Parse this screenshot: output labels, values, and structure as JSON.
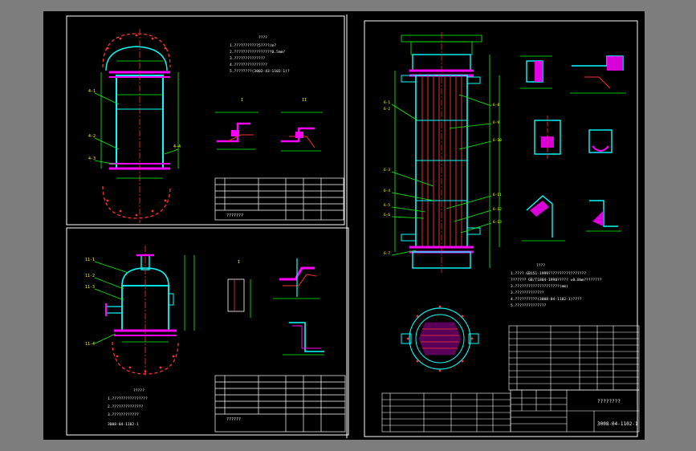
{
  "colors": {
    "background": "#7d7d7d",
    "sheet": "#000000",
    "frame": "#ffffff",
    "outline": "#00ffff",
    "dimension": "#00ff00",
    "centerline": "#ff3030",
    "hatch": "#ff00ff",
    "note": "#ffffff",
    "label": "#ffff00"
  },
  "sheet1": {
    "view_a": {
      "notes_title": "????",
      "notes": [
        "1.???????????5????/m?",
        "2.?????????????????0.5mm?",
        "3.??????????????",
        "4.???????????????",
        "5.????????(3002-43-1102-1)?"
      ],
      "detail_labels": [
        "I",
        "II"
      ],
      "part_labels": [
        "4-1",
        "4-2",
        "4-3",
        "4-4"
      ]
    },
    "view_b": {
      "notes_title": "?????",
      "notes": [
        "1.????????????????",
        "2.??????????????",
        "3.????????????",
        "3008-04-1102-1"
      ],
      "detail_labels": [
        "I"
      ],
      "part_labels": [
        "11-1",
        "11-2",
        "11-3",
        "11-4"
      ]
    },
    "title_a": "???????",
    "title_b": "??????"
  },
  "sheet2": {
    "notes_title": "????",
    "notes": [
      "1.???? GB151-1999?????????????????",
      "??????? GB/T1804-1998????? ±0.8mm????????",
      "3.????????????????????(mm)",
      "3.?????????????",
      "4.??????????(3008-04-1102-1)????",
      "5.??????????????"
    ],
    "part_labels": [
      "6-1",
      "6-2",
      "6-3",
      "6-4",
      "6-5",
      "6-6",
      "6-7",
      "6-8",
      "6-9",
      "6-10",
      "6-11",
      "6-12",
      "6-13"
    ],
    "title": "????????",
    "drawing_no": "3008-04-1102-1"
  }
}
